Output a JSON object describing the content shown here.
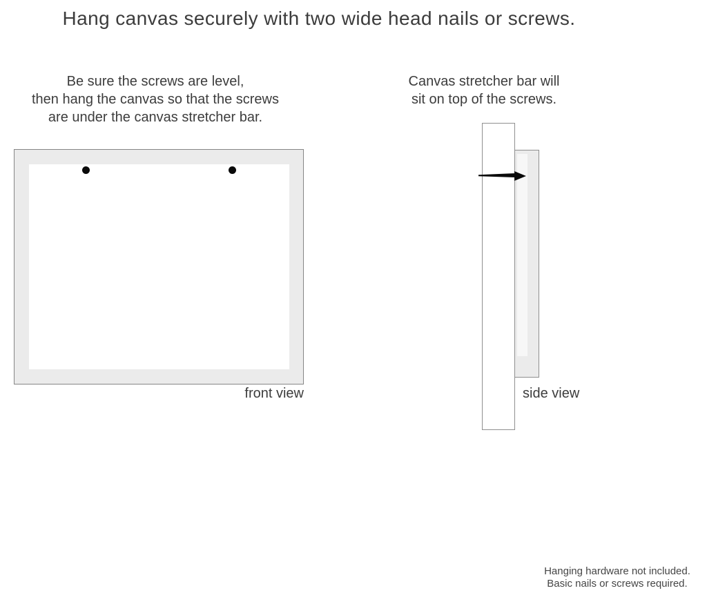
{
  "title": "Hang canvas securely with two wide head nails or screws.",
  "instructions": {
    "front_view": {
      "lines": [
        "Be sure the screws are level,",
        "then hang the canvas so that the screws",
        "are under the canvas stretcher bar."
      ]
    },
    "side_view": {
      "lines": [
        "Canvas stretcher bar will",
        "sit on top of the screws."
      ]
    }
  },
  "diagrams": {
    "front_view": {
      "label": "front view",
      "screw_count": 2
    },
    "side_view": {
      "label": "side view"
    }
  },
  "footer": {
    "lines": [
      "Hanging hardware not included.",
      "Basic nails or screws required."
    ]
  },
  "colors": {
    "canvas_frame_fill": "#ebebeb",
    "canvas_inner_fill": "#ffffff",
    "outline": "#858585",
    "text": "#3c3c3c",
    "screw_nail": "#0a0a0a",
    "background": "#ffffff"
  }
}
